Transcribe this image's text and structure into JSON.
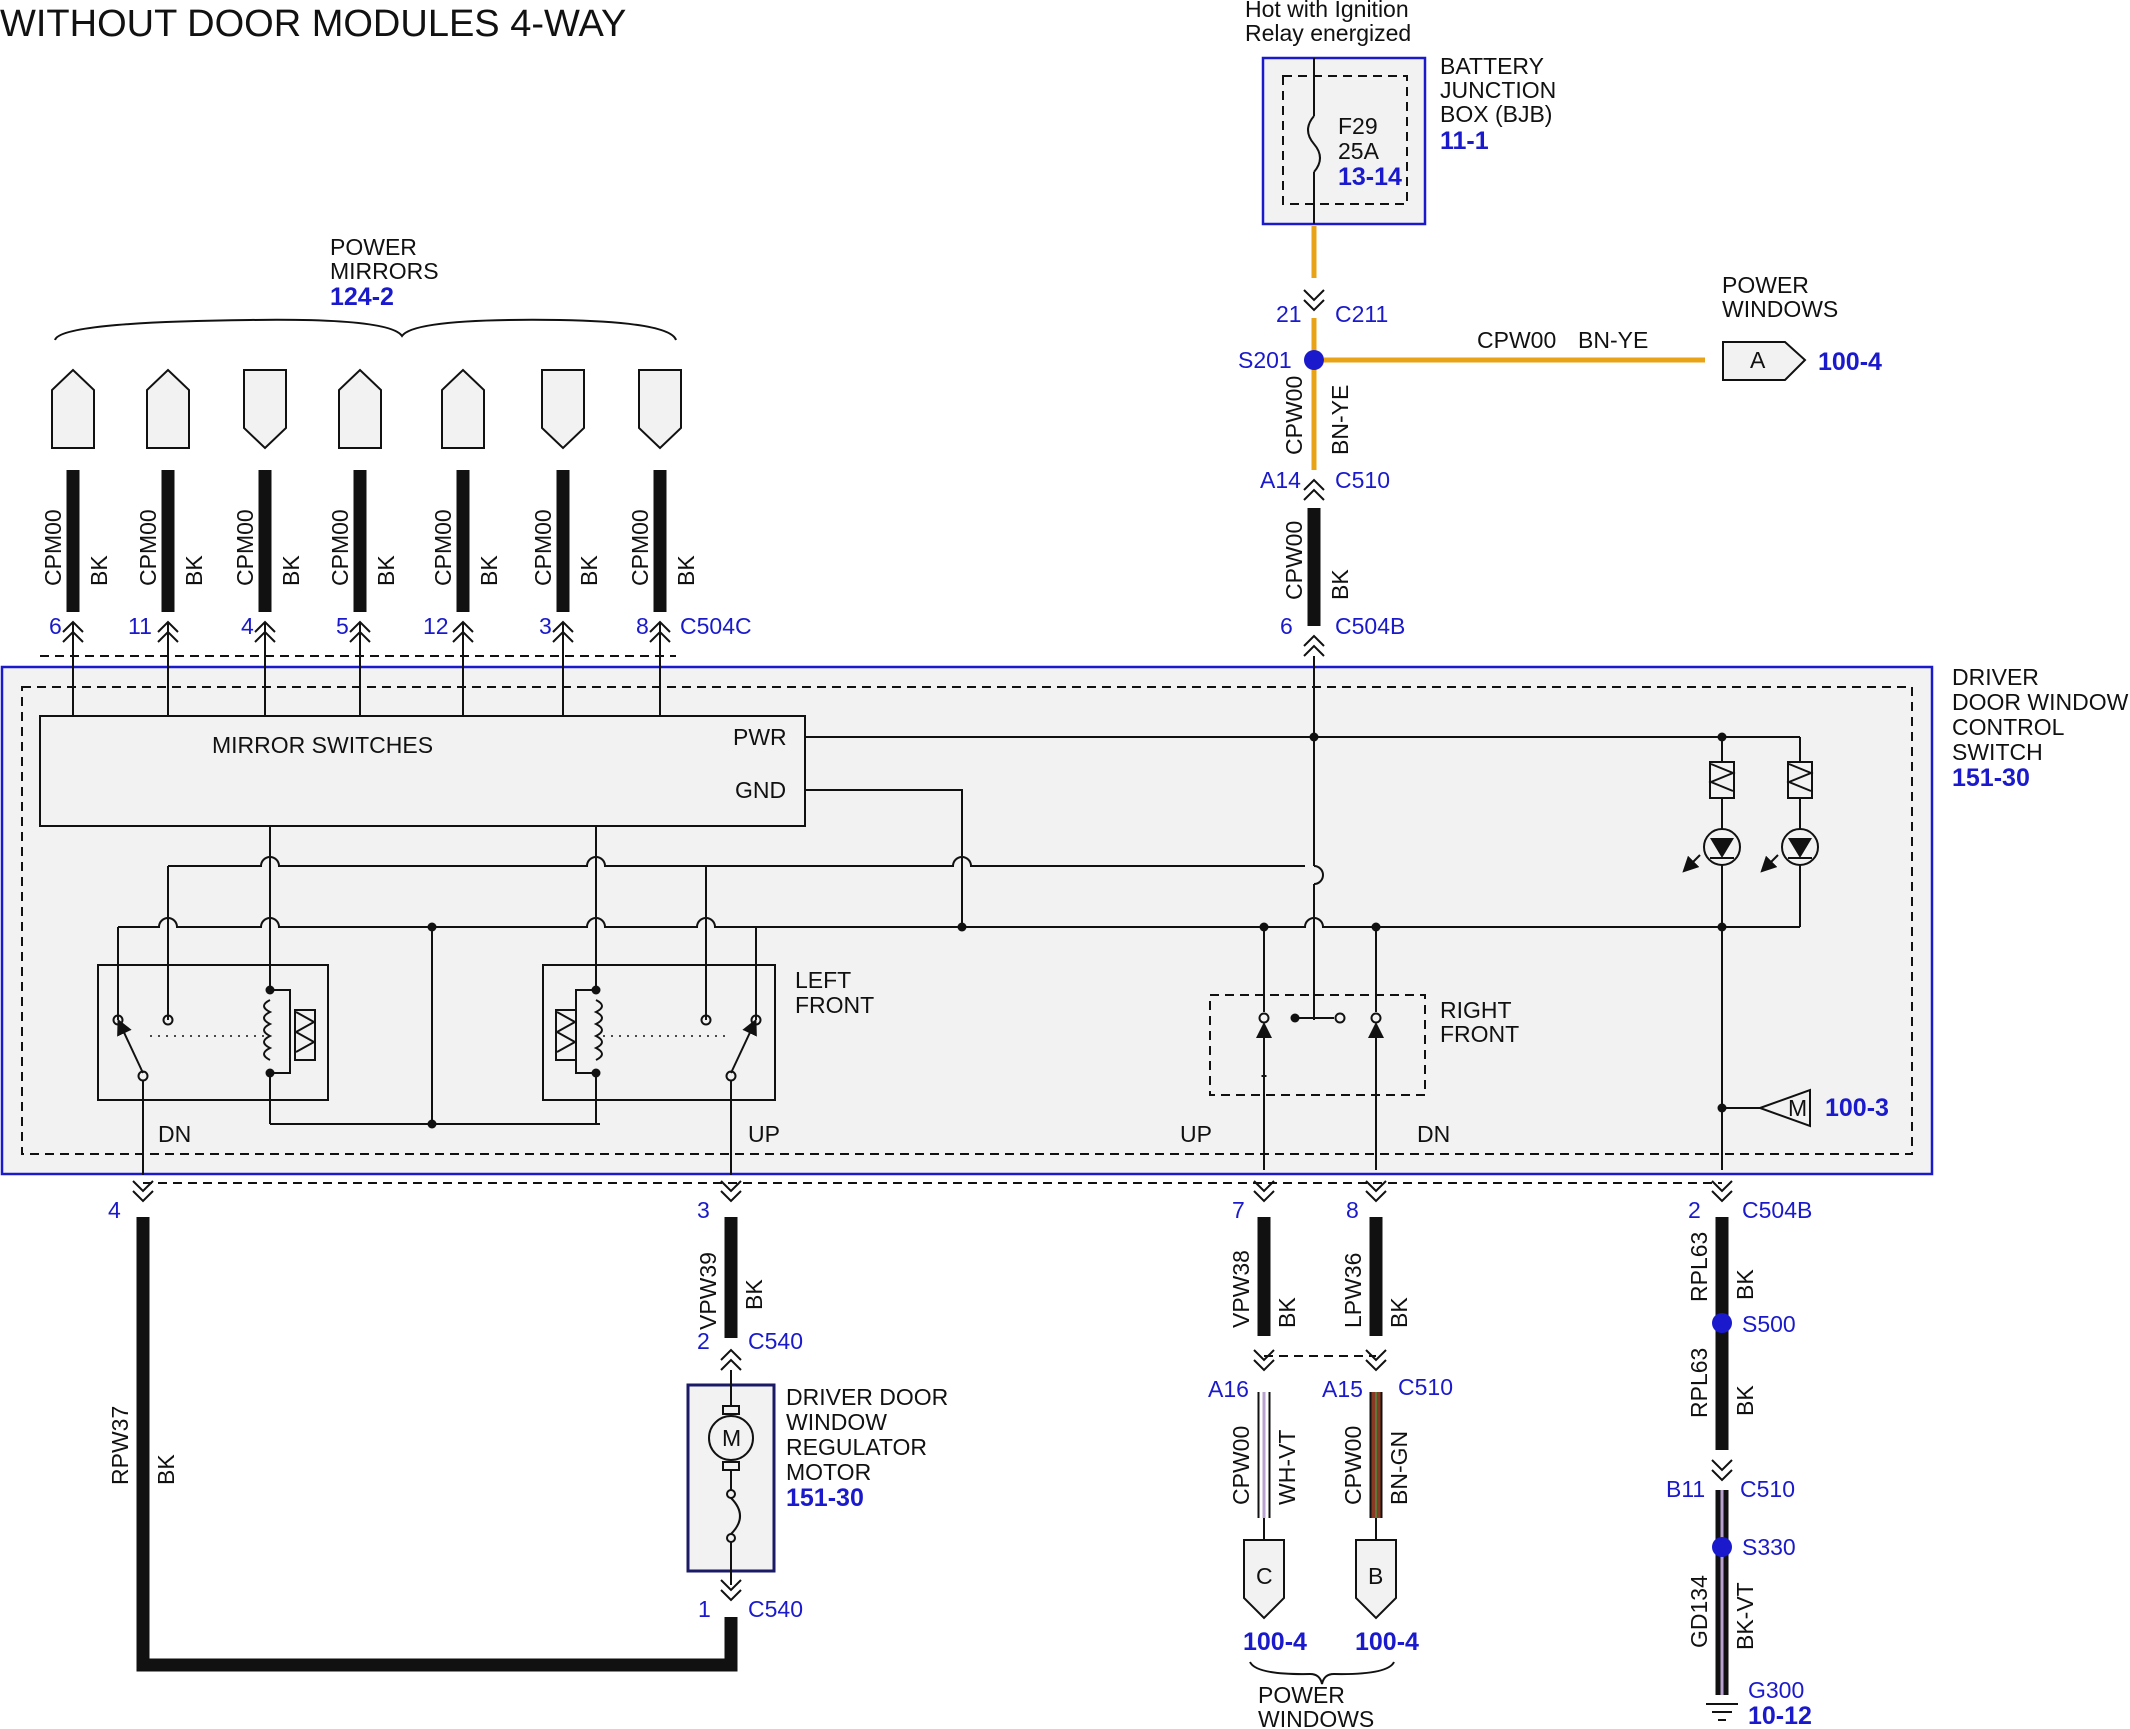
{
  "title": "WITHOUT DOOR MODULES 4-WAY",
  "bjb": {
    "note1": "Hot with Ignition",
    "note2": "Relay energized",
    "fuse": "F29",
    "amps": "25A",
    "fuse_ref": "13-14",
    "name1": "BATTERY",
    "name2": "JUNCTION",
    "name3": "BOX (BJB)",
    "ref": "11-1"
  },
  "upper_wire": {
    "pin_a": "21",
    "conn_a": "C211",
    "splice": "S201",
    "circuit": "CPW00",
    "color": "BN-YE",
    "pin_b": "A14",
    "conn_b": "C510",
    "circuit2": "CPW00",
    "color2": "BK",
    "pin_c": "6",
    "conn_c": "C504B"
  },
  "power_windows_a": {
    "label1": "POWER",
    "label2": "WINDOWS",
    "circuit": "CPW00",
    "color": "BN-YE",
    "letter": "A",
    "ref": "100-4"
  },
  "power_mirrors": {
    "label1": "POWER",
    "label2": "MIRRORS",
    "ref": "124-2"
  },
  "mirror_wires": [
    {
      "circuit": "CPM00",
      "color": "BK",
      "pin": "6"
    },
    {
      "circuit": "CPM00",
      "color": "BK",
      "pin": "11"
    },
    {
      "circuit": "CPM00",
      "color": "BK",
      "pin": "4"
    },
    {
      "circuit": "CPM00",
      "color": "BK",
      "pin": "5"
    },
    {
      "circuit": "CPM00",
      "color": "BK",
      "pin": "12"
    },
    {
      "circuit": "CPM00",
      "color": "BK",
      "pin": "3"
    },
    {
      "circuit": "CPM00",
      "color": "BK",
      "pin": "8"
    }
  ],
  "mirror_connector": "C504C",
  "switch_module": {
    "name1": "DRIVER",
    "name2": "DOOR WINDOW",
    "name3": "CONTROL",
    "name4": "SWITCH",
    "ref": "151-30",
    "mirror_switches": "MIRROR SWITCHES",
    "pwr": "PWR",
    "gnd": "GND",
    "left1": "LEFT",
    "left2": "FRONT",
    "right1": "RIGHT",
    "right2": "FRONT",
    "dn_left": "DN",
    "up_left": "UP",
    "up_right": "UP",
    "dn_right": "DN",
    "m_letter": "M",
    "m_ref": "100-3"
  },
  "lower_pins": {
    "p4": "4",
    "p3": "3",
    "p7": "7",
    "p8": "8",
    "p2": "2",
    "conn": "C504B"
  },
  "motor_circuit": {
    "rpw_circuit": "RPW37",
    "rpw_color": "BK",
    "vpw_circuit": "VPW39",
    "vpw_color": "BK",
    "pin_top": "2",
    "conn_top": "C540",
    "pin_bot": "1",
    "conn_bot": "C540"
  },
  "motor": {
    "name1": "DRIVER DOOR",
    "name2": "WINDOW",
    "name3": "REGULATOR",
    "name4": "MOTOR",
    "ref": "151-30",
    "letter": "M"
  },
  "right_wires": {
    "vpw38": "VPW38",
    "vpw38_color": "BK",
    "lpw36": "LPW36",
    "lpw36_color": "BK",
    "pin_a16": "A16",
    "pin_a15": "A15",
    "conn": "C510",
    "c_circuit": "CPW00",
    "c_color": "WH-VT",
    "b_circuit": "CPW00",
    "b_color": "BN-GN",
    "c_letter": "C",
    "b_letter": "B",
    "c_ref": "100-4",
    "b_ref": "100-4",
    "pw1": "POWER",
    "pw2": "WINDOWS"
  },
  "ground_path": {
    "rpl1": "RPL63",
    "rpl1_color": "BK",
    "s500": "S500",
    "rpl2": "RPL63",
    "rpl2_color": "BK",
    "pin_b11": "B11",
    "conn_c510": "C510",
    "s330": "S330",
    "gd": "GD134",
    "gd_color": "BK-VT",
    "g300": "G300",
    "g_ref": "10-12"
  },
  "colors": {
    "blue": "#1a1acc",
    "bnye_brown": "#7a3b12",
    "bnye_yellow": "#e8a317",
    "module_fill": "#f2f2f2"
  }
}
